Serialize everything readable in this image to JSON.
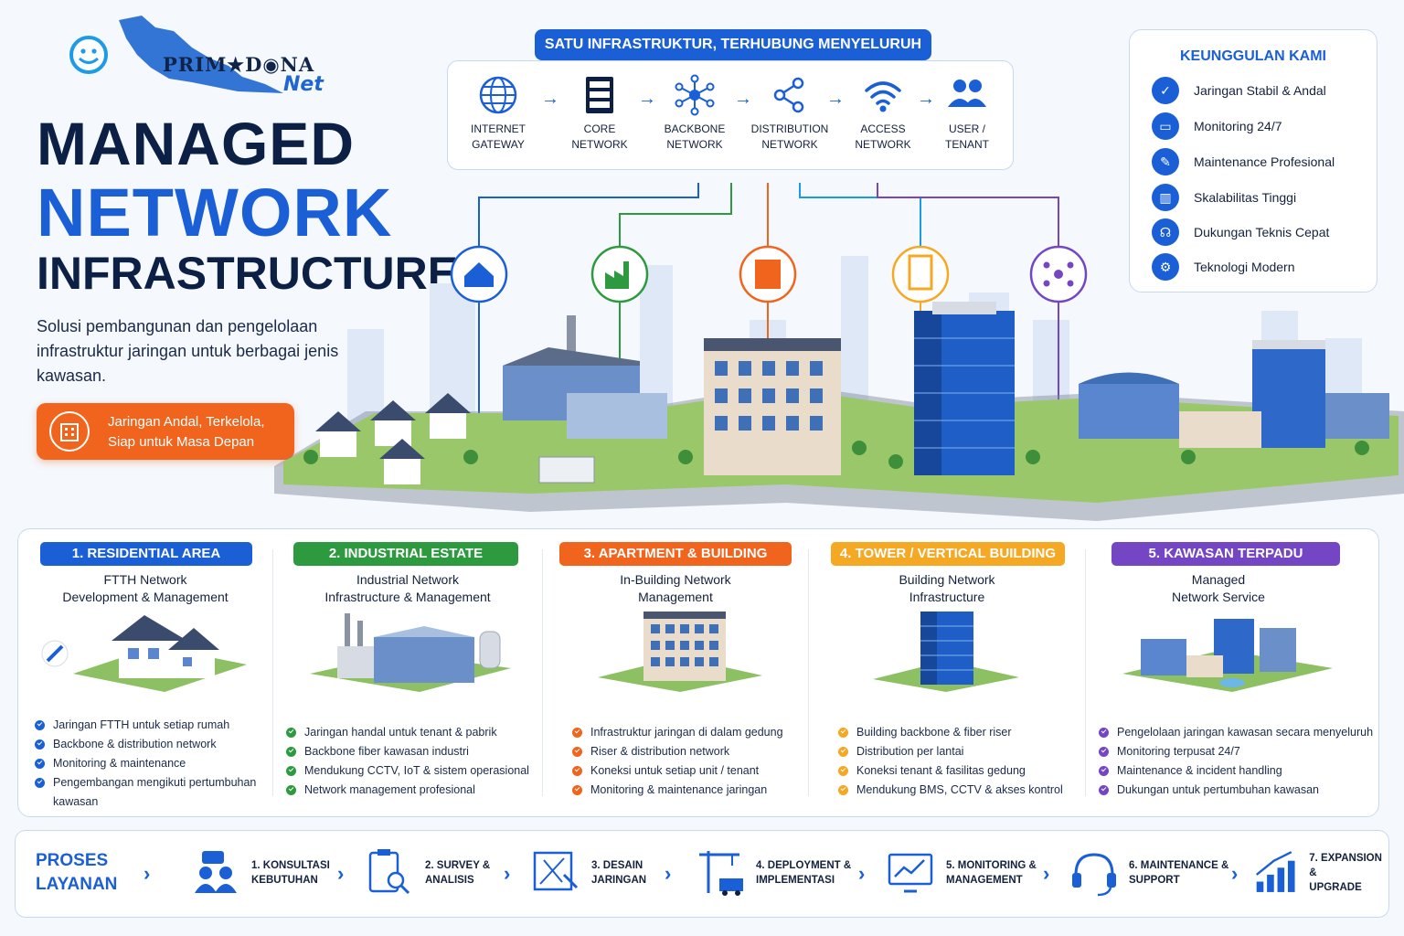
{
  "brand": {
    "logo_main": "PRIM★D◉NA",
    "logo_sub": "Net"
  },
  "hero": {
    "line1": "MANAGED",
    "line2": "NETWORK",
    "line3": "INFRASTRUCTURE",
    "description": "Solusi pembangunan dan pengelolaan infrastruktur jaringan untuk berbagai jenis kawasan.",
    "cta": "Jaringan Andal, Terkelola, Siap untuk Masa Depan"
  },
  "flow": {
    "title": "SATU INFRASTRUKTUR, TERHUBUNG MENYELURUH",
    "steps": [
      {
        "l1": "INTERNET",
        "l2": "GATEWAY"
      },
      {
        "l1": "CORE",
        "l2": "NETWORK"
      },
      {
        "l1": "BACKBONE",
        "l2": "NETWORK"
      },
      {
        "l1": "DISTRIBUTION",
        "l2": "NETWORK"
      },
      {
        "l1": "ACCESS",
        "l2": "NETWORK"
      },
      {
        "l1": "USER /",
        "l2": "TENANT"
      }
    ]
  },
  "advantages": {
    "title": "KEUNGGULAN KAMI",
    "items": [
      "Jaringan Stabil & Andal",
      "Monitoring 24/7",
      "Maintenance Profesional",
      "Skalabilitas Tinggi",
      "Dukungan Teknis Cepat",
      "Teknologi Modern"
    ]
  },
  "colors": {
    "blue": "#1a5fd6",
    "green": "#2e9a3f",
    "orange": "#f0641d",
    "yellow": "#f5a823",
    "purple": "#7446c4",
    "navy": "#0c1f44"
  },
  "sections": [
    {
      "title": "1. RESIDENTIAL AREA",
      "s1": "FTTH Network",
      "s2": "Development & Management",
      "bullets": [
        "Jaringan FTTH untuk setiap rumah",
        "Backbone & distribution network",
        "Monitoring & maintenance",
        "Pengembangan mengikuti pertumbuhan kawasan"
      ]
    },
    {
      "title": "2. INDUSTRIAL ESTATE",
      "s1": "Industrial Network",
      "s2": "Infrastructure & Management",
      "bullets": [
        "Jaringan handal untuk tenant & pabrik",
        "Backbone fiber kawasan industri",
        "Mendukung CCTV, IoT & sistem operasional",
        "Network management profesional"
      ]
    },
    {
      "title": "3. APARTMENT & BUILDING",
      "s1": "In-Building Network",
      "s2": "Management",
      "bullets": [
        "Infrastruktur jaringan di dalam gedung",
        "Riser & distribution network",
        "Koneksi untuk setiap unit / tenant",
        "Monitoring & maintenance jaringan"
      ]
    },
    {
      "title": "4. TOWER / VERTICAL BUILDING",
      "s1": "Building Network",
      "s2": "Infrastructure",
      "bullets": [
        "Building backbone & fiber riser",
        "Distribution per lantai",
        "Koneksi tenant & fasilitas gedung",
        "Mendukung BMS, CCTV & akses kontrol"
      ]
    },
    {
      "title": "5. KAWASAN TERPADU",
      "s1": "Managed",
      "s2": "Network Service",
      "bullets": [
        "Pengelolaan jaringan kawasan secara menyeluruh",
        "Monitoring terpusat 24/7",
        "Maintenance & incident handling",
        "Dukungan untuk pertumbuhan kawasan"
      ]
    }
  ],
  "process": {
    "title1": "PROSES",
    "title2": "LAYANAN",
    "steps": [
      {
        "l1": "1. KONSULTASI",
        "l2": "KEBUTUHAN"
      },
      {
        "l1": "2. SURVEY &",
        "l2": "ANALISIS"
      },
      {
        "l1": "3. DESAIN",
        "l2": "JARINGAN"
      },
      {
        "l1": "4. DEPLOYMENT &",
        "l2": "IMPLEMENTASI"
      },
      {
        "l1": "5. MONITORING &",
        "l2": "MANAGEMENT"
      },
      {
        "l1": "6. MAINTENANCE &",
        "l2": "SUPPORT"
      },
      {
        "l1": "7. EXPANSION &",
        "l2": "UPGRADE"
      }
    ]
  }
}
